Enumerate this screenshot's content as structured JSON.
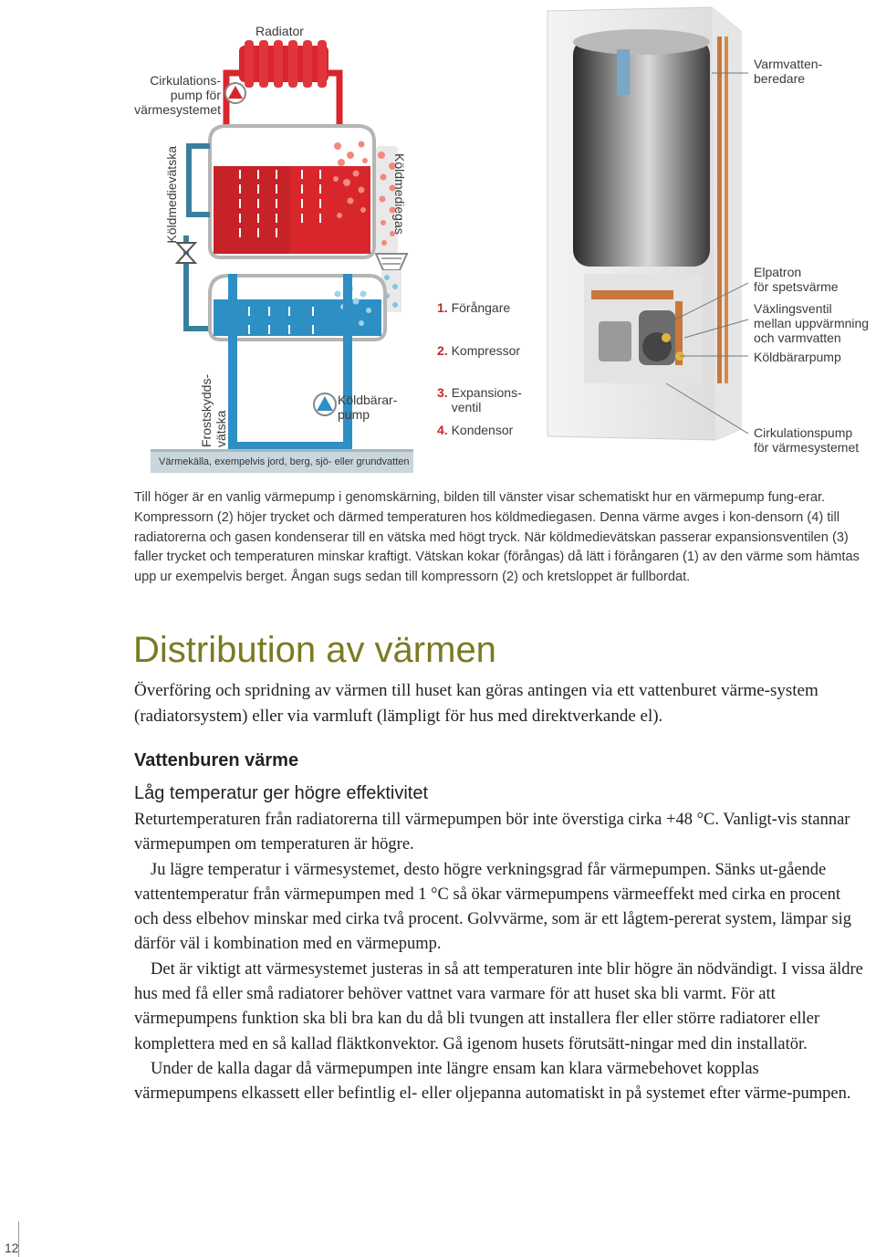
{
  "diagram": {
    "radiator": "Radiator",
    "circ_pump_left": "Cirkulations-\npump för\nvärmesystemet",
    "koldmedievatska": "Köldmedievätska",
    "koldmediegas": "Köldmediegas",
    "frostskydd": "Frostskydds-\nvätska",
    "koldbararpump_left": "Köldbärar-\npump",
    "varmekalla": "Värmekälla, exempelvis jord, berg, sjö- eller grundvatten",
    "steps": [
      {
        "num": "1.",
        "label": "Förångare"
      },
      {
        "num": "2.",
        "label": "Kompressor"
      },
      {
        "num": "3.",
        "label": "Expansions-\nventil"
      },
      {
        "num": "4.",
        "label": "Kondensor"
      }
    ],
    "right_labels": {
      "varmvattenberedare": "Varmvatten-\nberedare",
      "elpatron": "Elpatron\nför spetsvärme",
      "vaxlingsventil": "Växlingsventil\nmellan uppvärmning\noch varmvatten",
      "koldbararpump": "Köldbärarpump",
      "cirkulationspump": "Cirkulationspump\nför värmesystemet"
    }
  },
  "caption": "Till höger är en vanlig värmepump i genomskärning, bilden till vänster visar schematiskt hur en värmepump fung-erar. Kompressorn (2) höjer trycket och därmed temperaturen hos köldmediegasen. Denna värme avges i kon-densorn (4) till radiatorerna och gasen kondenserar till en vätska med högt tryck. När köldmedievätskan passerar expansionsventilen (3) faller trycket och temperaturen minskar kraftigt. Vätskan kokar (förångas) då lätt i förångaren (1) av den värme som hämtas upp ur exempelvis berget. Ångan sugs sedan till kompressorn (2) och kretsloppet är fullbordat.",
  "heading": "Distribution av värmen",
  "intro": "Överföring och spridning av värmen till huset kan göras antingen via ett vattenburet värme-system (radiatorsystem) eller via varmluft (lämpligt för hus med direktverkande el).",
  "subheading": "Vattenburen värme",
  "subheading2": "Låg temperatur ger högre effektivitet",
  "paragraphs": [
    "Returtemperaturen från radiatorerna till värmepumpen bör inte överstiga cirka +48 °C. Vanligt-vis stannar värmepumpen om temperaturen är högre.",
    "Ju lägre temperatur i värmesystemet, desto högre verkningsgrad får värmepumpen. Sänks ut-gående vattentemperatur från värmepumpen med 1 °C så ökar värmepumpens värmeeffekt med cirka en procent och dess elbehov minskar med cirka två procent. Golvvärme, som är ett lågtem-pererat system, lämpar sig därför väl i kombination med en värmepump.",
    "Det är viktigt att värmesystemet justeras in så att temperaturen inte blir högre än nödvändigt. I vissa äldre hus med få eller små radiatorer behöver vattnet vara varmare för att huset ska bli varmt. För att värmepumpens funktion ska bli bra kan du då bli tvungen att installera fler eller större radiatorer eller komplettera med en så kallad fläktkonvektor. Gå igenom husets förutsätt-ningar med din installatör.",
    "Under de kalla dagar då värmepumpen inte längre ensam kan klara värmebehovet kopplas värmepumpens elkassett eller befintlig el- eller oljepanna automatiskt in på systemet efter värme-pumpen."
  ],
  "page_number": "12",
  "colors": {
    "hot": "#d8262c",
    "cold": "#2e8fc4",
    "dark_cold": "#3a7f9c",
    "heading": "#7b7a22"
  }
}
